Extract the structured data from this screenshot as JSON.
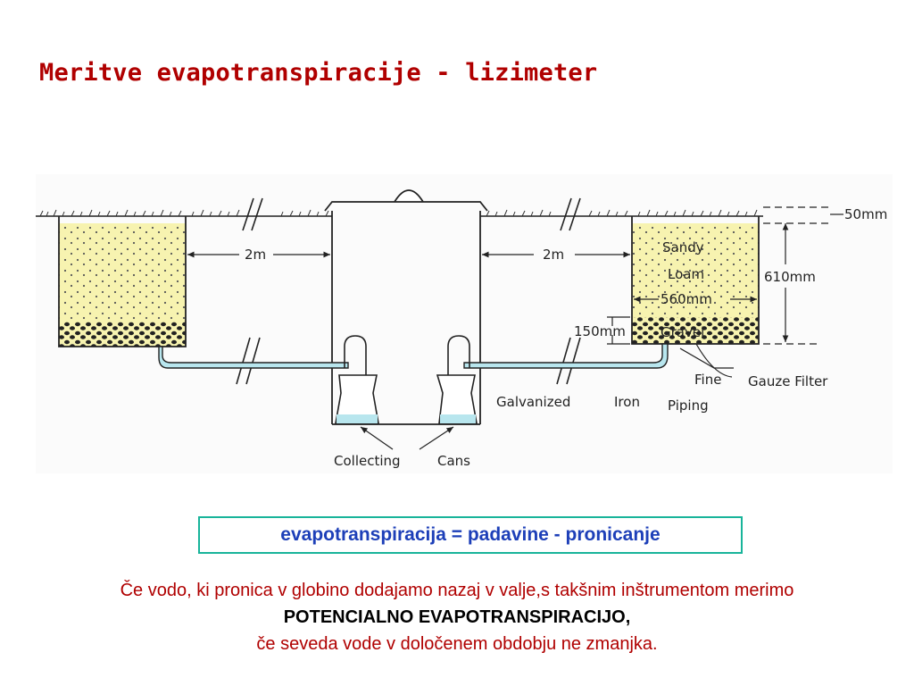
{
  "title": "Meritve evapotranspiracije - lizimeter",
  "diagram": {
    "labels": {
      "dist_left": "2m",
      "dist_right": "2m",
      "depth_top": "50mm",
      "depth_total": "610mm",
      "width": "560mm",
      "gravel_depth": "150mm",
      "sandy": "Sandy",
      "loam": "Loam",
      "gravel": "Gravel",
      "fine": "Fine",
      "gauze_filter": "Gauze Filter",
      "galvanized": "Galvanized",
      "iron": "Iron",
      "piping": "Piping",
      "collecting": "Collecting",
      "cans": "Cans"
    },
    "colors": {
      "soil": "#f7f3b0",
      "pipe": "#b8e6ee",
      "water": "#b8e6ee",
      "line": "#222222"
    }
  },
  "formula": "evapotranspiracija = padavine - pronicanje",
  "note": {
    "line1": "Če vodo, ki pronica v globino dodajamo nazaj v valje,s takšnim inštrumentom merimo",
    "line2": "POTENCIALNO EVAPOTRANSPIRACIJO,",
    "line3": "če seveda vode v določenem obdobju ne zmanjka."
  }
}
